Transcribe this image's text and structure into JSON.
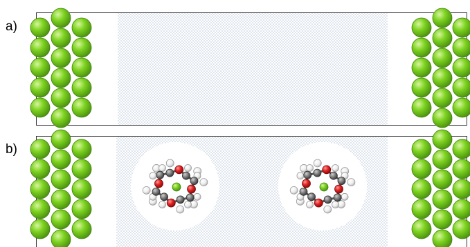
{
  "panels": [
    {
      "label": "a)",
      "molecules": 0
    },
    {
      "label": "b)",
      "molecules": 2
    }
  ],
  "colors": {
    "atom_fill": "#7ed321",
    "atom_highlight": "#d8f5a0",
    "atom_edge": "#3f7d0a",
    "solvent_dot": "#b5c4d8",
    "box_outline": "#333333",
    "oxygen": "#e02020",
    "carbon": "#808080",
    "hydrogen": "#f2f2f2",
    "central_ion": "#7ed321"
  },
  "icons": {
    "atom": "sphere",
    "solvent": "dotted-region",
    "molecule": "crown-ether-complex"
  }
}
